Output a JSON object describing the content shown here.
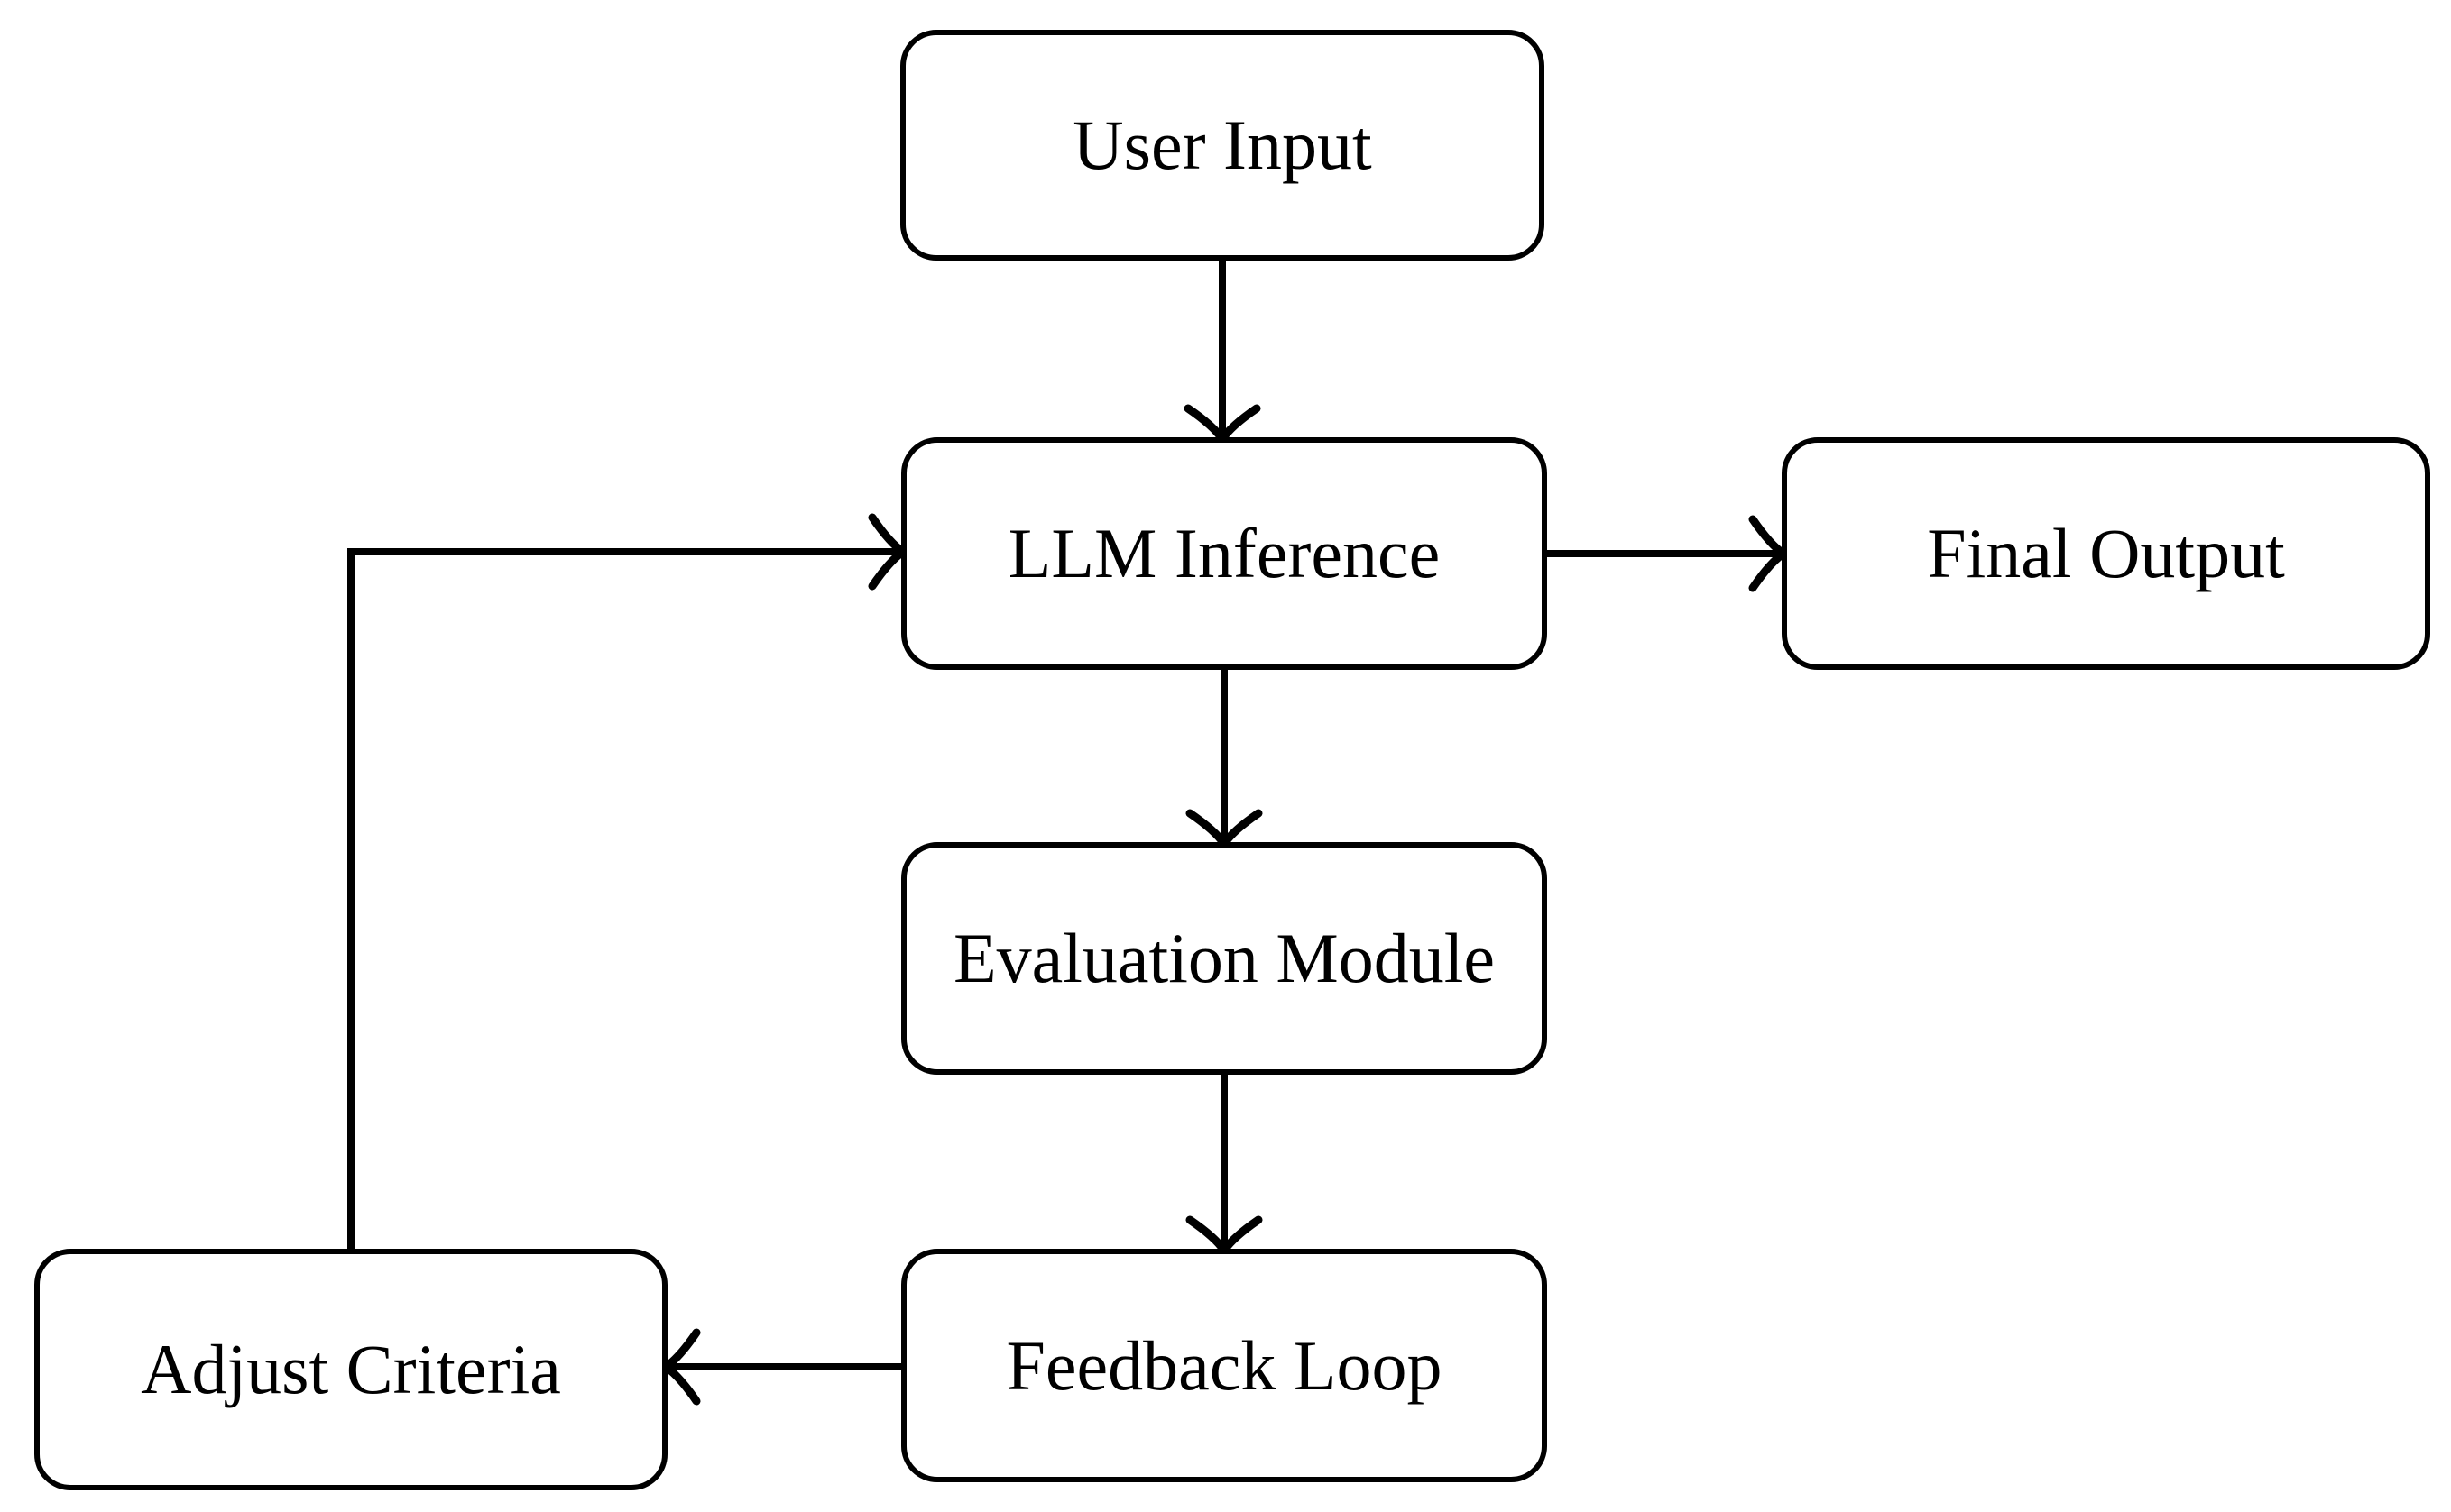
{
  "diagram": {
    "type": "flowchart",
    "background_color": "#ffffff",
    "stroke_color": "#000000",
    "nodes": [
      {
        "id": "user-input",
        "label": "User Input"
      },
      {
        "id": "llm-inference",
        "label": "LLM Inference"
      },
      {
        "id": "final-output",
        "label": "Final Output"
      },
      {
        "id": "evaluation-module",
        "label": "Evaluation Module"
      },
      {
        "id": "feedback-loop",
        "label": "Feedback Loop"
      },
      {
        "id": "adjust-criteria",
        "label": "Adjust Criteria"
      }
    ],
    "edges": [
      {
        "from": "user-input",
        "to": "llm-inference",
        "style": "arrow"
      },
      {
        "from": "llm-inference",
        "to": "final-output",
        "style": "arrow"
      },
      {
        "from": "llm-inference",
        "to": "evaluation-module",
        "style": "arrow"
      },
      {
        "from": "evaluation-module",
        "to": "feedback-loop",
        "style": "arrow"
      },
      {
        "from": "feedback-loop",
        "to": "adjust-criteria",
        "style": "arrow"
      },
      {
        "from": "adjust-criteria",
        "to": "llm-inference",
        "style": "elbow-arrow"
      }
    ]
  }
}
